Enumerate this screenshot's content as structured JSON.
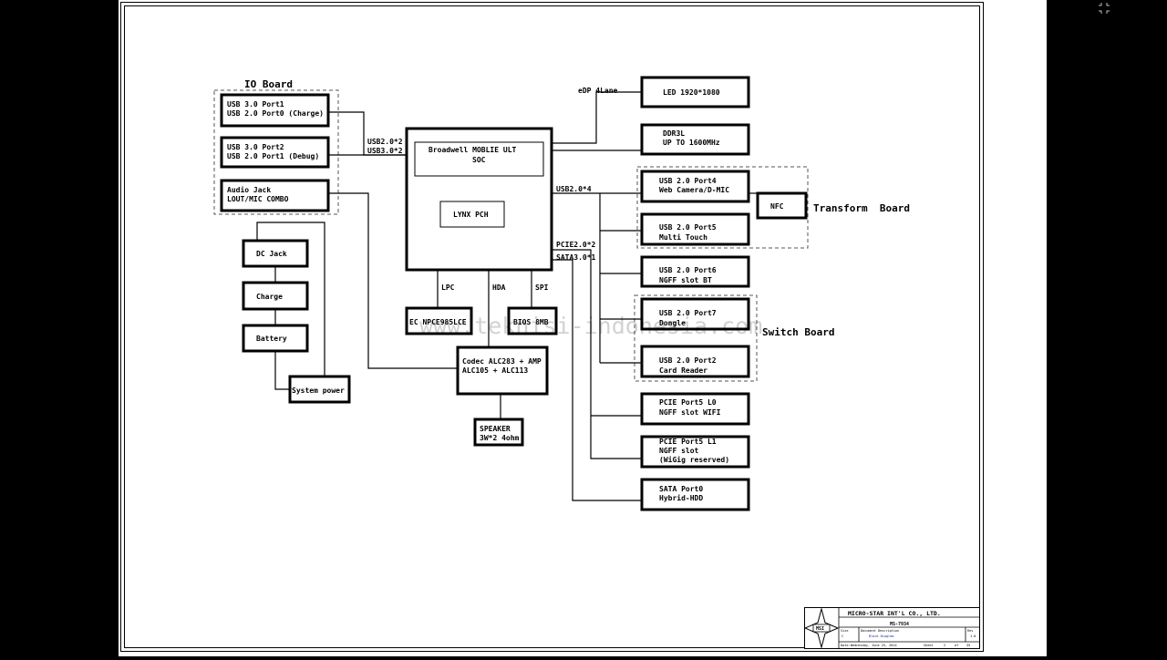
{
  "sheet": {
    "io_board_title": "IO Board",
    "transform_board_title": "Transform  Board",
    "switch_board_title": "Switch Board",
    "watermark": "www.teknisi-indonesia.com"
  },
  "boxes": {
    "io_usb1": [
      "USB 3.0 Port1",
      "USB 2.0 Port0 (Charge)"
    ],
    "io_usb2": [
      "USB 3.0 Port2",
      "USB 2.0 Port1 (Debug)"
    ],
    "io_audio": [
      "Audio Jack",
      "LOUT/MIC COMBO"
    ],
    "dc_jack": "DC Jack",
    "charge": "Charge",
    "battery": "Battery",
    "system_power": "System power",
    "soc": [
      "Broadwell MOBLIE ULT",
      "SOC"
    ],
    "pch": "LYNX PCH",
    "ec": "EC NPCE985LCE",
    "bios": "BIOS 8MB",
    "codec": [
      "Codec ALC283 + AMP",
      "ALC105 + ALC113"
    ],
    "speaker": [
      "SPEAKER",
      "3W*2 4ohm"
    ],
    "led": "LED 1920*1080",
    "ddr": [
      "DDR3L",
      "UP TO 1600MHz"
    ],
    "usb_port4": [
      "USB 2.0 Port4",
      "Web Camera/D-MIC"
    ],
    "nfc": "NFC",
    "usb_port5": [
      "USB 2.0 Port5",
      "Multi Touch"
    ],
    "usb_port6": [
      "USB 2.0 Port6",
      "NGFF slot BT"
    ],
    "usb_port7": [
      "USB 2.0 Port7",
      "Dongle"
    ],
    "usb_port2": [
      "USB 2.0 Port2",
      "Card Reader"
    ],
    "pcie_l0": [
      "PCIE Port5 L0",
      "NGFF slot WIFI"
    ],
    "pcie_l1": [
      "PCIE Port5 L1",
      "NGFF slot",
      "(WiGig reserved)"
    ],
    "sata": [
      "SATA Port0",
      "Hybrid-HDD"
    ]
  },
  "buses": {
    "edp": "eDP 4Lane",
    "usb_io": [
      "USB2.0*2",
      "USB3.0*2"
    ],
    "usb_right": "USB2.0*4",
    "pcie": "PCIE2.0*2",
    "sata": "SATA3.0*1",
    "lpc": "LPC",
    "hda": "HDA",
    "spi": "SPI"
  },
  "title_block": {
    "company": "MICRO-STAR INT'L CO., LTD.",
    "model": "MS-7934",
    "logo_text": "MSI",
    "size_label": "Size",
    "size_value": "C",
    "doc_label": "Document Description",
    "doc_value": "Block Diagram",
    "rev_label": "Rev",
    "rev_value": "1.0",
    "date_label": "Date:",
    "date_value": "Wednesday, June 25, 2014",
    "sheet_label": "Sheet",
    "sheet_num": "2",
    "of_label": "of",
    "sheet_total": "35"
  }
}
